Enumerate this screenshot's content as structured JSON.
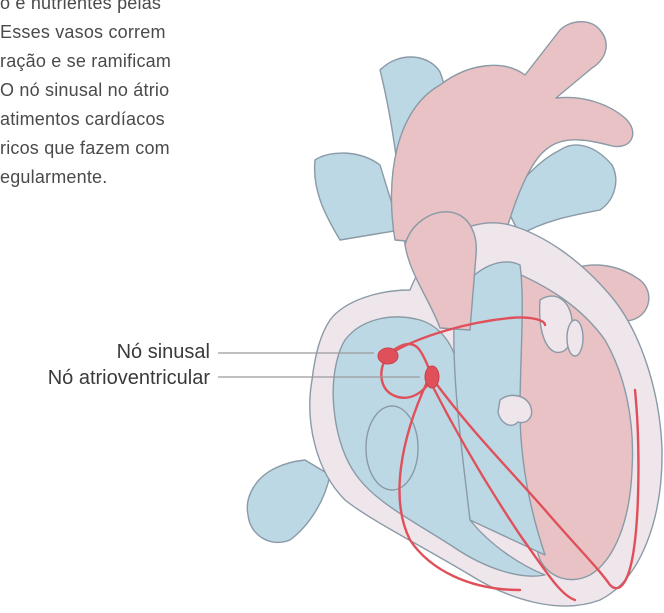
{
  "paragraph": {
    "lines": [
      "o e nutrientes pelas",
      "Esses vasos correm",
      "ração e se ramificam",
      "O nó sinusal no átrio",
      "atimentos cardíacos",
      "ricos que fazem com",
      "egularmente."
    ]
  },
  "labels": {
    "sinoatrial": "Nó sinusal",
    "atrioventricular": "Nó atrioventricular"
  },
  "colors": {
    "blue_fill": "#bcd8e4",
    "pink_fill": "#e8c2c4",
    "outline": "#8a9aa6",
    "conduction": "#e0505a",
    "leader_line": "#9a9a9a"
  }
}
